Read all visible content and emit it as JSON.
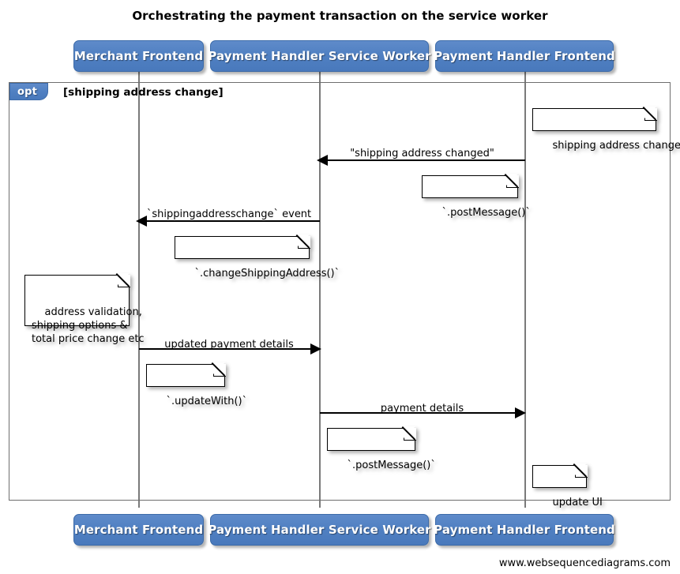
{
  "title": "Orchestrating the payment transaction on the service worker",
  "footer": "www.websequencediagrams.com",
  "colors": {
    "participant_fill": "#5080c2",
    "participant_border": "#3d6ba8",
    "participant_text": "#ffffff",
    "frame_border": "#6e6e6e",
    "lifeline": "#7a7a7a",
    "arrow": "#000000",
    "note_fill": "#ffffff",
    "note_border": "#000000",
    "background": "#ffffff"
  },
  "participants": [
    {
      "id": "merchant-frontend",
      "label": "Merchant Frontend"
    },
    {
      "id": "payment-handler-service-worker",
      "label": "Payment Handler Service Worker"
    },
    {
      "id": "payment-handler-frontend",
      "label": "Payment Handler Frontend"
    }
  ],
  "participants_bottom": [
    {
      "id": "merchant-frontend",
      "label": "Merchant Frontend"
    },
    {
      "id": "payment-handler-service-worker",
      "label": "Payment Handler Service Worker"
    },
    {
      "id": "payment-handler-frontend",
      "label": "Payment Handler Frontend"
    }
  ],
  "fragment": {
    "type": "opt",
    "tag_label": "opt",
    "guard": "[shipping address change]"
  },
  "messages": [
    {
      "id": "shipping-address-changed",
      "label": "\"shipping address changed\"",
      "from": "payment-handler-frontend",
      "to": "payment-handler-service-worker",
      "direction": "left"
    },
    {
      "id": "shippingaddresschange-event",
      "label": "`shippingaddresschange` event",
      "from": "payment-handler-service-worker",
      "to": "merchant-frontend",
      "direction": "left"
    },
    {
      "id": "updated-payment-details",
      "label": "updated payment details",
      "from": "merchant-frontend",
      "to": "payment-handler-service-worker",
      "direction": "right"
    },
    {
      "id": "payment-details",
      "label": "payment details",
      "from": "payment-handler-service-worker",
      "to": "payment-handler-frontend",
      "direction": "right"
    }
  ],
  "notes": [
    {
      "id": "note-shipping-address-changed",
      "text": "shipping address changed",
      "over": "payment-handler-frontend"
    },
    {
      "id": "note-post-message-1",
      "text": "`.postMessage()`",
      "over": "payment-handler-frontend"
    },
    {
      "id": "note-change-shipping-address",
      "text": "`.changeShippingAddress()`",
      "over": "payment-handler-service-worker"
    },
    {
      "id": "note-address-validation",
      "text": "address validation,\nshipping options &\ntotal price change etc",
      "over": "merchant-frontend"
    },
    {
      "id": "note-update-with",
      "text": "`.updateWith()`",
      "over": "merchant-frontend"
    },
    {
      "id": "note-post-message-2",
      "text": "`.postMessage()`",
      "over": "payment-handler-service-worker"
    },
    {
      "id": "note-update-ui",
      "text": "update UI",
      "over": "payment-handler-frontend"
    }
  ]
}
